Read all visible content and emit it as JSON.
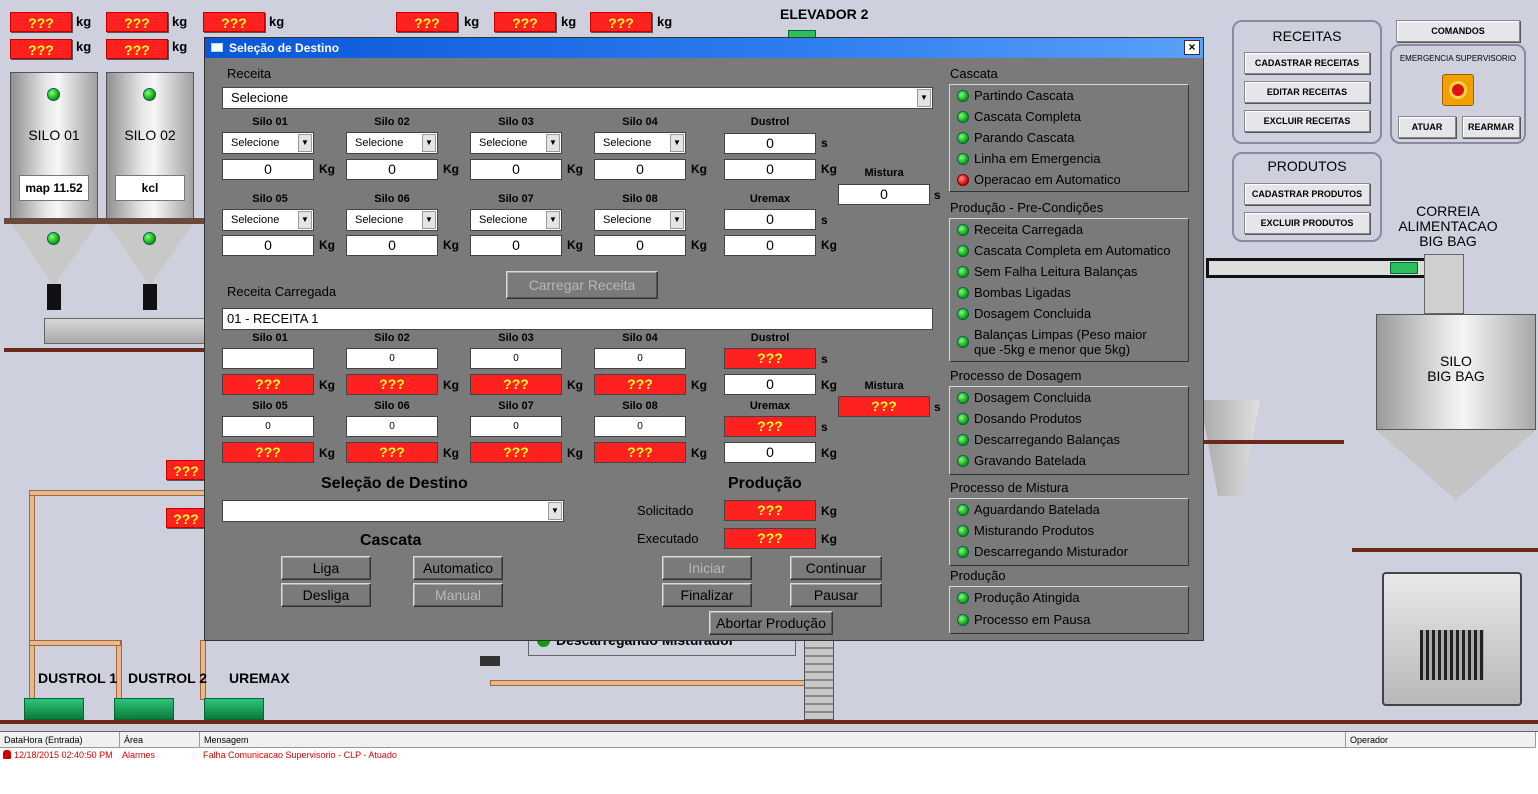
{
  "background": {
    "top_values": [
      "???",
      "???",
      "???",
      "???",
      "???",
      "???",
      "???",
      "???"
    ],
    "unit": "kg",
    "elevador": "ELEVADOR 2",
    "silos": [
      {
        "label": "SILO 01",
        "tag": "map 11.52"
      },
      {
        "label": "SILO 02",
        "tag": "kcl"
      }
    ],
    "side_values": [
      "???",
      "???"
    ],
    "pumps": [
      "DUSTROL 1",
      "DUSTROL 2",
      "UREMAX"
    ],
    "hidden_status": "Descarregando Misturador",
    "correia": "CORREIA\nALIMENTACAO\nBIG BAG",
    "silo_bigbag": "SILO\nBIG BAG"
  },
  "receitas_panel": {
    "title": "RECEITAS",
    "buttons": [
      "CADASTRAR RECEITAS",
      "EDITAR RECEITAS",
      "EXCLUIR RECEITAS"
    ]
  },
  "produtos_panel": {
    "title": "PRODUTOS",
    "buttons": [
      "CADASTRAR PRODUTOS",
      "EXCLUIR PRODUTOS"
    ]
  },
  "comandos_panel": {
    "title": "COMANDOS",
    "emergency": "EMERGENCIA SUPERVISORIO",
    "atuar": "ATUAR",
    "rearmar": "REARMAR"
  },
  "dialog": {
    "title": "Seleção de Destino",
    "close": "×",
    "receita_label": "Receita",
    "receita_value": "Selecione",
    "silo_headers": [
      "Silo 01",
      "Silo 02",
      "Silo 03",
      "Silo 04",
      "Silo 05",
      "Silo 06",
      "Silo 07",
      "Silo 08"
    ],
    "dustrol": "Dustrol",
    "uremax": "Uremax",
    "mistura": "Mistura",
    "select_placeholder": "Selecione",
    "zero": "0",
    "kg": "Kg",
    "s": "s",
    "carregar_btn": "Carregar Receita",
    "carregada_label": "Receita Carregada",
    "carregada_value": "01 - RECEITA 1",
    "loaded_silo_values": [
      "",
      "0",
      "0",
      "0",
      "0",
      "0",
      "0",
      "0"
    ],
    "q": "???",
    "destino_title": "Seleção de Destino",
    "destino_value": "",
    "cascata_title": "Cascata",
    "cascata_buttons": {
      "liga": "Liga",
      "automatico": "Automatico",
      "desliga": "Desliga",
      "manual": "Manual"
    },
    "producao_title": "Produção",
    "solicitado": "Solicitado",
    "executado": "Executado",
    "prod_buttons": {
      "iniciar": "Iniciar",
      "continuar": "Continuar",
      "finalizar": "Finalizar",
      "pausar": "Pausar",
      "abortar": "Abortar Produção"
    }
  },
  "status": {
    "cascata": {
      "title": "Cascata",
      "items": [
        {
          "label": "Partindo Cascata",
          "color": "green"
        },
        {
          "label": "Cascata Completa",
          "color": "green"
        },
        {
          "label": "Parando Cascata",
          "color": "green"
        },
        {
          "label": "Linha em Emergencia",
          "color": "green"
        },
        {
          "label": "Operacao em Automatico",
          "color": "red"
        }
      ]
    },
    "precondicoes": {
      "title": "Produção - Pre-Condições",
      "items": [
        "Receita Carregada",
        "Cascata Completa em Automatico",
        "Sem Falha Leitura Balanças",
        "Bombas Ligadas",
        "Dosagem Concluida",
        "Balanças Limpas (Peso maior\nque -5kg e menor que 5kg)"
      ]
    },
    "dosagem": {
      "title": "Processo de Dosagem",
      "items": [
        "Dosagem Concluida",
        "Dosando Produtos",
        "Descarregando Balanças",
        "Gravando Batelada"
      ]
    },
    "mistura": {
      "title": "Processo de Mistura",
      "items": [
        "Aguardando Batelada",
        "Misturando Produtos",
        "Descarregando Misturador"
      ]
    },
    "producao": {
      "title": "Produção",
      "items": [
        "Produção Atingida",
        "Processo em Pausa"
      ]
    }
  },
  "alarm": {
    "headers": [
      "DataHora (Entrada)",
      "Área",
      "Mensagem",
      "Operador"
    ],
    "rows": [
      {
        "datahora": "12/18/2015 02:40:50 PM",
        "area": "Alarmes",
        "mensagem": "Falha Comunicacao Supervisorio - CLP - Atuado"
      }
    ]
  },
  "colors": {
    "alarm": "#ff2020",
    "accent": "#0a56d8",
    "ok": "#0a9a0a"
  }
}
